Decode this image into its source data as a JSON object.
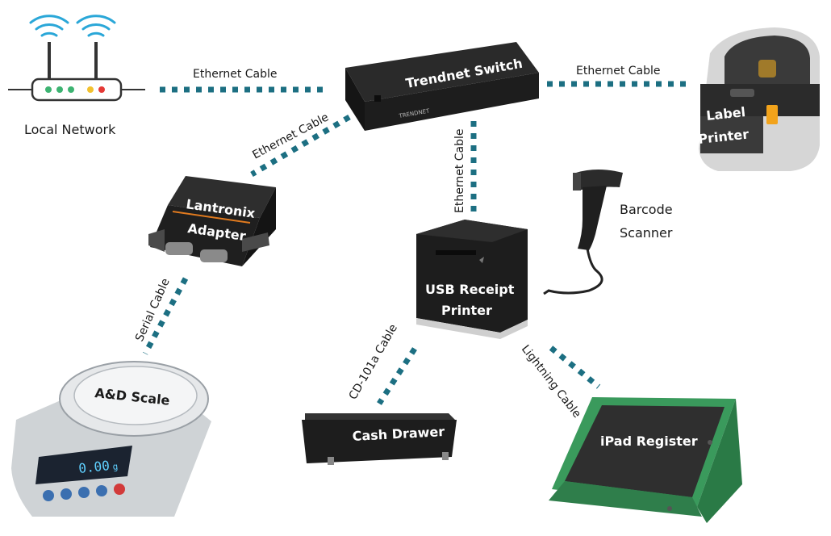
{
  "colors": {
    "cable": "#1c6f82",
    "wifi": "#2aa7d8",
    "ipad_frame": "#3a9a5c",
    "device_dark": "#1e1e1e"
  },
  "nodes": {
    "local_network": "Local Network",
    "switch": "Trendnet Switch",
    "label_printer_line1": "Label",
    "label_printer_line2": "Printer",
    "lantronix_line1": "Lantronix",
    "lantronix_line2": "Adapter",
    "barcode_line1": "Barcode",
    "barcode_line2": "Scanner",
    "receipt_line1": "USB Receipt",
    "receipt_line2": "Printer",
    "scale": "A&D Scale",
    "cash_drawer": "Cash Drawer",
    "ipad": "iPad Register",
    "scale_display": "0.00",
    "scale_unit": "g",
    "switch_brand": "TRENDNET"
  },
  "cables": {
    "network_switch": "Ethernet Cable",
    "switch_label_printer": "Ethernet Cable",
    "switch_lantronix": "Ethernet Cable",
    "switch_receipt": "Ethernet Cable",
    "lantronix_scale": "Serial Cable",
    "receipt_drawer": "CD-101a Cable",
    "receipt_ipad": "Lightning Cable"
  }
}
